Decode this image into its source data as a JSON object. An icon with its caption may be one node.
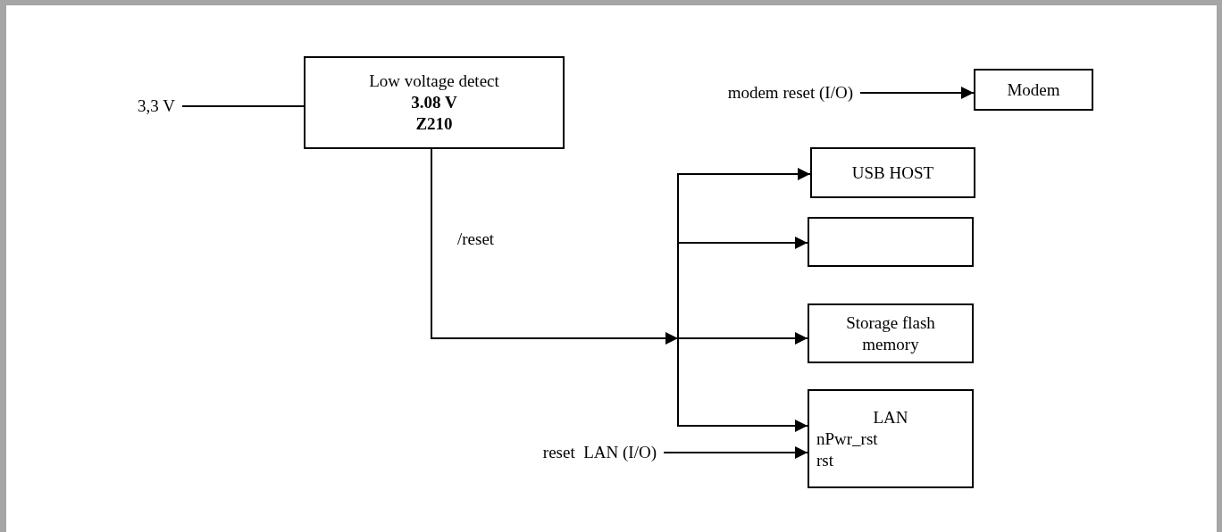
{
  "diagram": {
    "nodes": [
      {
        "text": [
          "3,3 V"
        ]
      },
      {
        "text": [
          "Low voltage detect",
          "3.08 V",
          "Z210"
        ]
      },
      {
        "text": [
          "modem reset (I/O)"
        ]
      },
      {
        "text": [
          "Modem"
        ]
      },
      {
        "text": [
          "USB HOST"
        ]
      },
      {
        "text": [],
        "shape": "box"
      },
      {
        "text": [
          "Storage flash memory"
        ]
      },
      {
        "text": [
          "LAN",
          "nPwr_rst",
          "rst"
        ]
      },
      {
        "text": [
          "reset  LAN (I/O)"
        ]
      }
    ],
    "edges": [
      {
        "from": 0,
        "to": 1,
        "arrow": "none"
      },
      {
        "from": 1,
        "to": 4,
        "arrow": "to",
        "label": "/reset"
      },
      {
        "from": 1,
        "to": 5,
        "arrow": "to"
      },
      {
        "from": 1,
        "to": 6,
        "arrow": "to"
      },
      {
        "from": 1,
        "to": 7,
        "arrow": "to"
      },
      {
        "from": 2,
        "to": 3,
        "arrow": "to"
      },
      {
        "from": 8,
        "to": 7,
        "arrow": "to"
      }
    ]
  }
}
